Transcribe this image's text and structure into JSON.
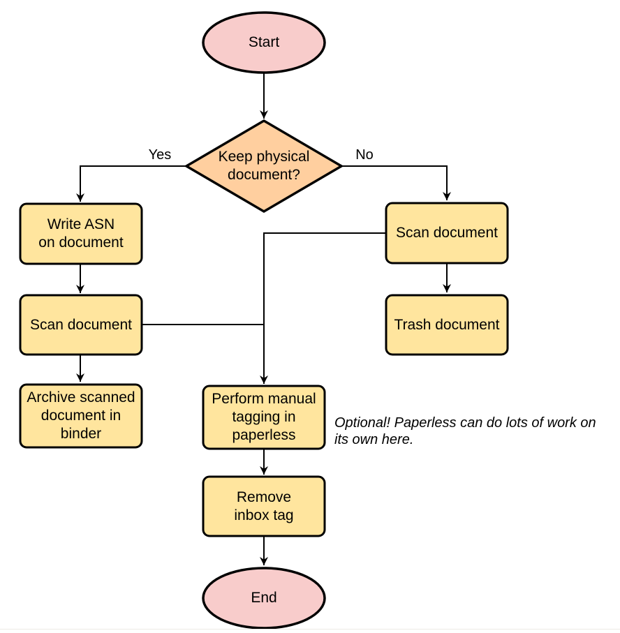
{
  "diagram": {
    "nodes": {
      "start": "Start",
      "decision": "Keep physical\ndocument?",
      "write_asn": "Write ASN\non document",
      "scan_left": "Scan document",
      "archive": "Archive scanned\ndocument in\nbinder",
      "scan_right": "Scan document",
      "trash": "Trash document",
      "tagging": "Perform manual\ntagging in\npaperless",
      "remove_inbox": "Remove\ninbox tag",
      "end": "End"
    },
    "edge_labels": {
      "yes": "Yes",
      "no": "No"
    },
    "note": "Optional! Paperless can do lots of work on\nits own here.",
    "colors": {
      "terminal_fill": "#F8CCCB",
      "decision_fill": "#FFCF9F",
      "process_fill": "#FFE59E",
      "stroke": "#000000"
    }
  }
}
